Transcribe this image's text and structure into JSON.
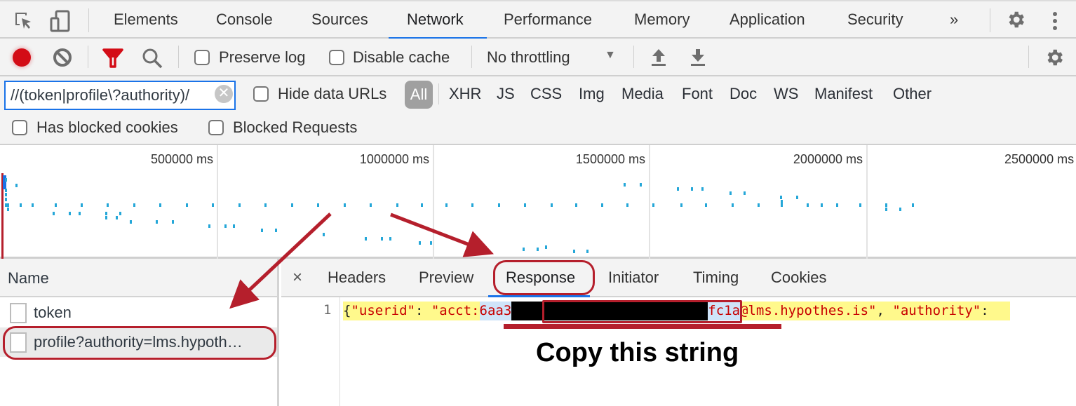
{
  "devtools": {
    "main_tabs": [
      {
        "label": "Elements"
      },
      {
        "label": "Console"
      },
      {
        "label": "Sources"
      },
      {
        "label": "Network",
        "active": true
      },
      {
        "label": "Performance"
      },
      {
        "label": "Memory"
      },
      {
        "label": "Application"
      },
      {
        "label": "Security"
      }
    ],
    "more_tabs_glyph": "»",
    "icons": {
      "inspect": "inspect-element-icon",
      "device": "device-toolbar-icon",
      "settings": "gear-icon",
      "menu": "kebab-menu-icon"
    }
  },
  "toolbar": {
    "record_color": "#d30c16",
    "preserve_log_label": "Preserve log",
    "disable_cache_label": "Disable cache",
    "throttling_value": "No throttling",
    "dropdown_glyph": "▼"
  },
  "filter": {
    "input_value": "//(token|profile\\?authority)/",
    "clear_glyph": "✕",
    "hide_data_urls_label": "Hide data URLs",
    "types": [
      "All",
      "XHR",
      "JS",
      "CSS",
      "Img",
      "Media",
      "Font",
      "Doc",
      "WS",
      "Manifest",
      "Other"
    ],
    "active_type": "All",
    "has_blocked_cookies_label": "Has blocked cookies",
    "blocked_requests_label": "Blocked Requests"
  },
  "overview": {
    "ticks": [
      "500000 ms",
      "1000000 ms",
      "1500000 ms",
      "2000000 ms",
      "2500000 ms"
    ],
    "bar_color": "#25a7d8"
  },
  "requests": {
    "column_header": "Name",
    "rows": [
      {
        "name": "token",
        "selected": false
      },
      {
        "name": "profile?authority=lms.hypoth…",
        "selected": true
      }
    ]
  },
  "detail": {
    "close_glyph": "×",
    "tabs": [
      {
        "label": "Headers"
      },
      {
        "label": "Preview"
      },
      {
        "label": "Response",
        "active": true
      },
      {
        "label": "Initiator"
      },
      {
        "label": "Timing"
      },
      {
        "label": "Cookies"
      }
    ],
    "response": {
      "line_number": "1",
      "prefix_punct": "{",
      "key_userid": "\"userid\"",
      "colon": ": ",
      "acct_prefix": "\"acct:",
      "id_start": "6aa3",
      "id_end": "fc1a",
      "domain_suffix": "@lms.hypothes.is\"",
      "comma": ", ",
      "key_authority": "\"authority\"",
      "trailing_colon": ":"
    }
  },
  "annotation": {
    "instruction": "Copy this string",
    "color": "#b51f2c"
  }
}
